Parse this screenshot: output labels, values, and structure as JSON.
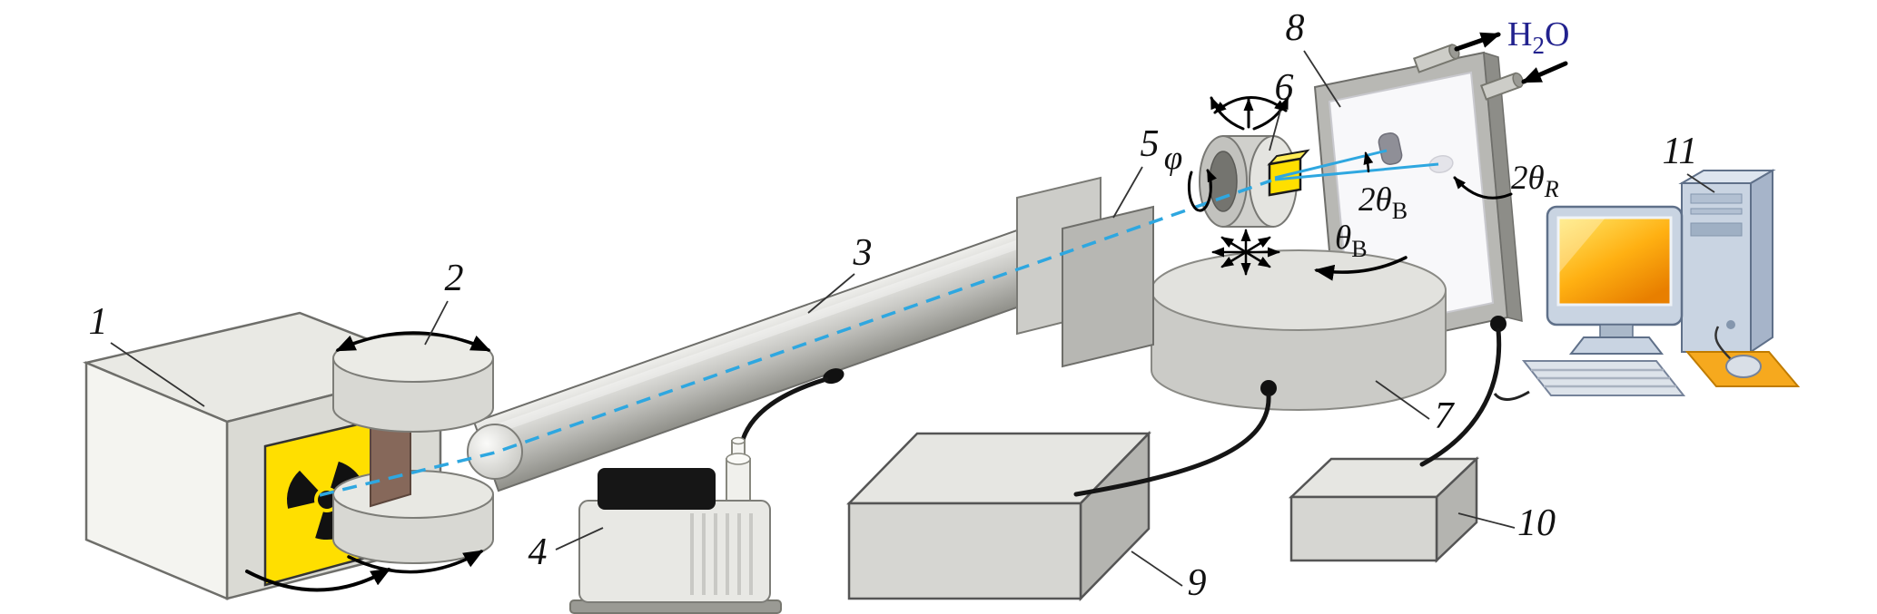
{
  "figure": {
    "callouts": {
      "radiation_source": "1",
      "collimator": "2",
      "beam_tube": "3",
      "vacuum_pump": "4",
      "slits": "5",
      "sample": "6",
      "goniometer_stage": "7",
      "detector_screen": "8",
      "electronics_unit": "9",
      "interface_unit": "10",
      "computer": "11"
    },
    "annotations": {
      "phi": "φ",
      "theta_b": {
        "base": "θ",
        "sub": "B"
      },
      "two_theta_b": {
        "base": "2θ",
        "sub": "B"
      },
      "two_theta_r": {
        "base": "2θ",
        "sub": "R"
      },
      "water": {
        "element1": "H",
        "subscript": "2",
        "element2": "O"
      }
    },
    "colors": {
      "beam": "#2ea7e0",
      "water_label": "#22228e",
      "radiation_sign": "#ffdf00",
      "sample_highlight": "#ffdf00",
      "monitor_screen": "#f08c00",
      "mousepad": "#f6a91e"
    }
  }
}
